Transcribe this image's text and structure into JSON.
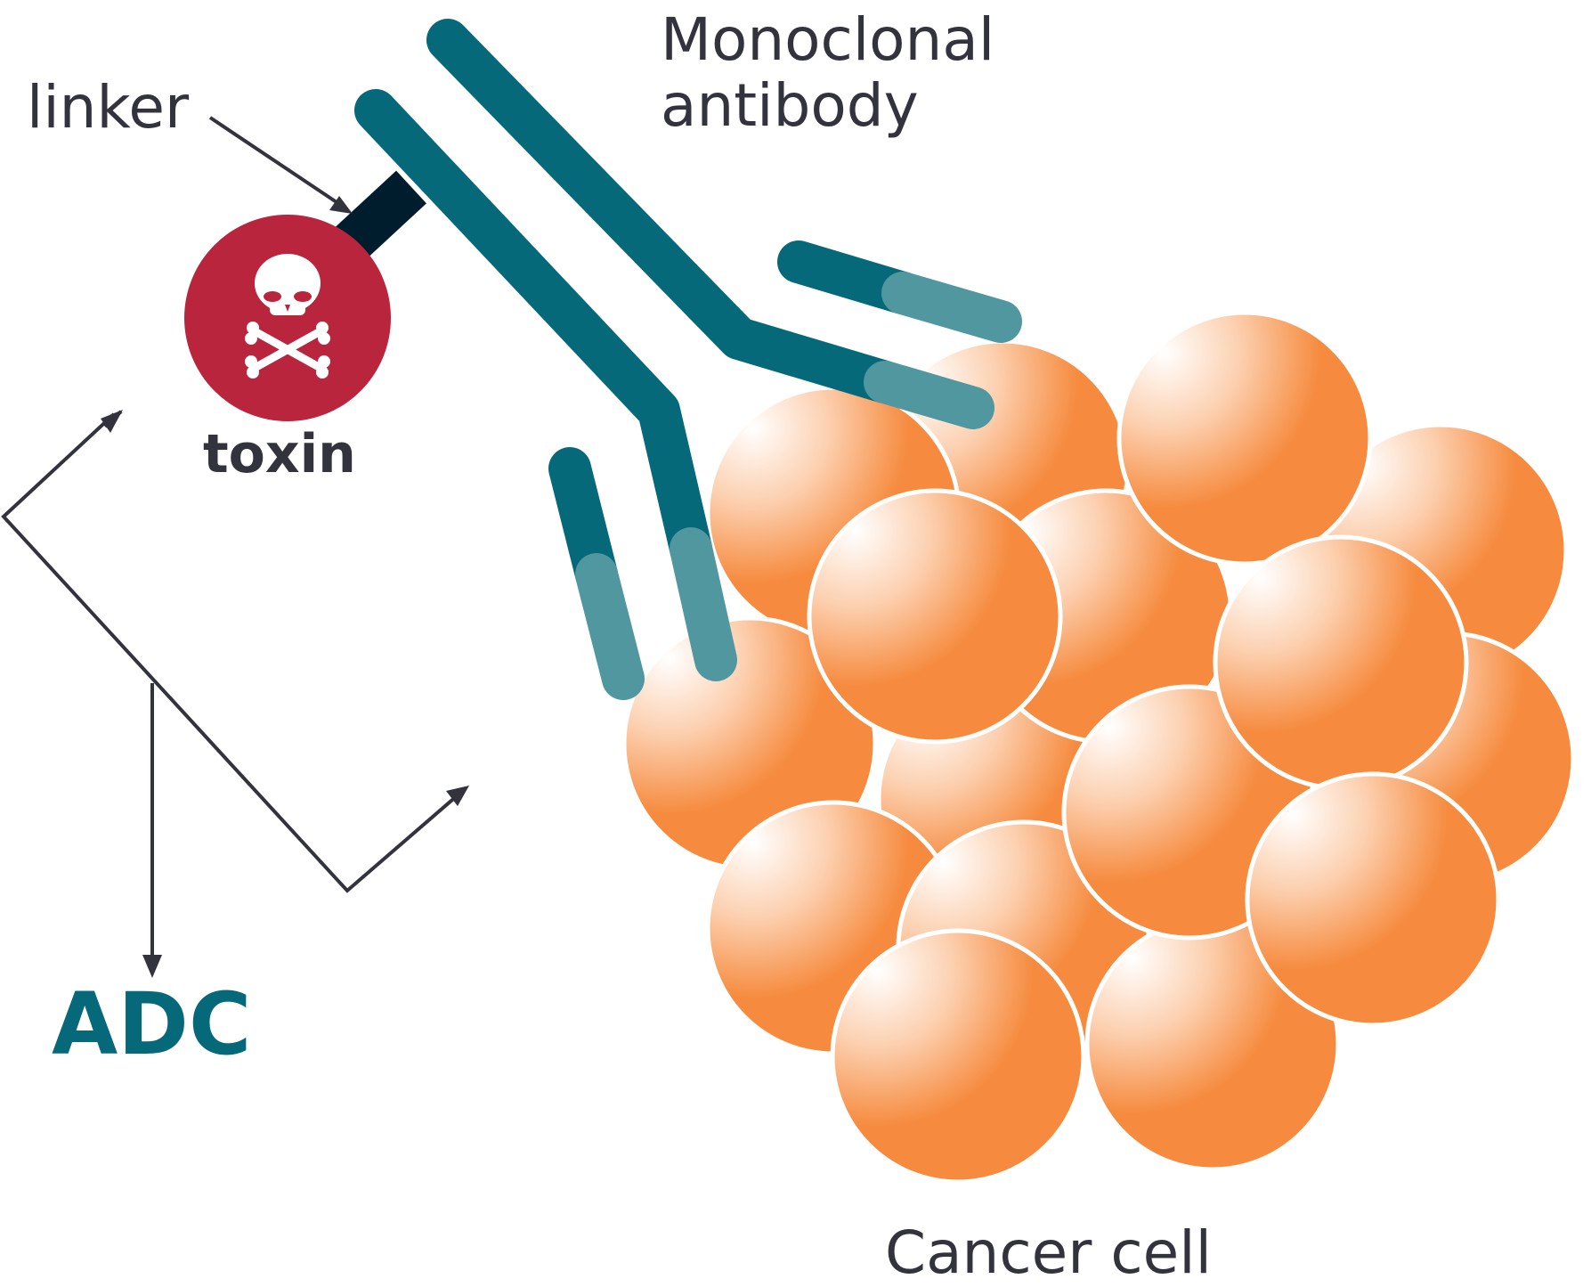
{
  "labels": {
    "linker": "linker",
    "monoclonal": "Monoclonal",
    "antibody": "antibody",
    "toxin": "toxin",
    "adc": "ADC",
    "cancer_cell": "Cancer cell"
  },
  "colors": {
    "antibody_dark": "#06697a",
    "antibody_light": "#5097a0",
    "linker": "#001d2e",
    "toxin": "#b9253d",
    "cell_orange": "#f68b3f",
    "cell_highlight": "#ffffff",
    "label_text": "#33333d",
    "adc_text": "#06697a",
    "arrow": "#33333d"
  },
  "icons": {
    "toxin": "skull-crossbones-icon"
  }
}
